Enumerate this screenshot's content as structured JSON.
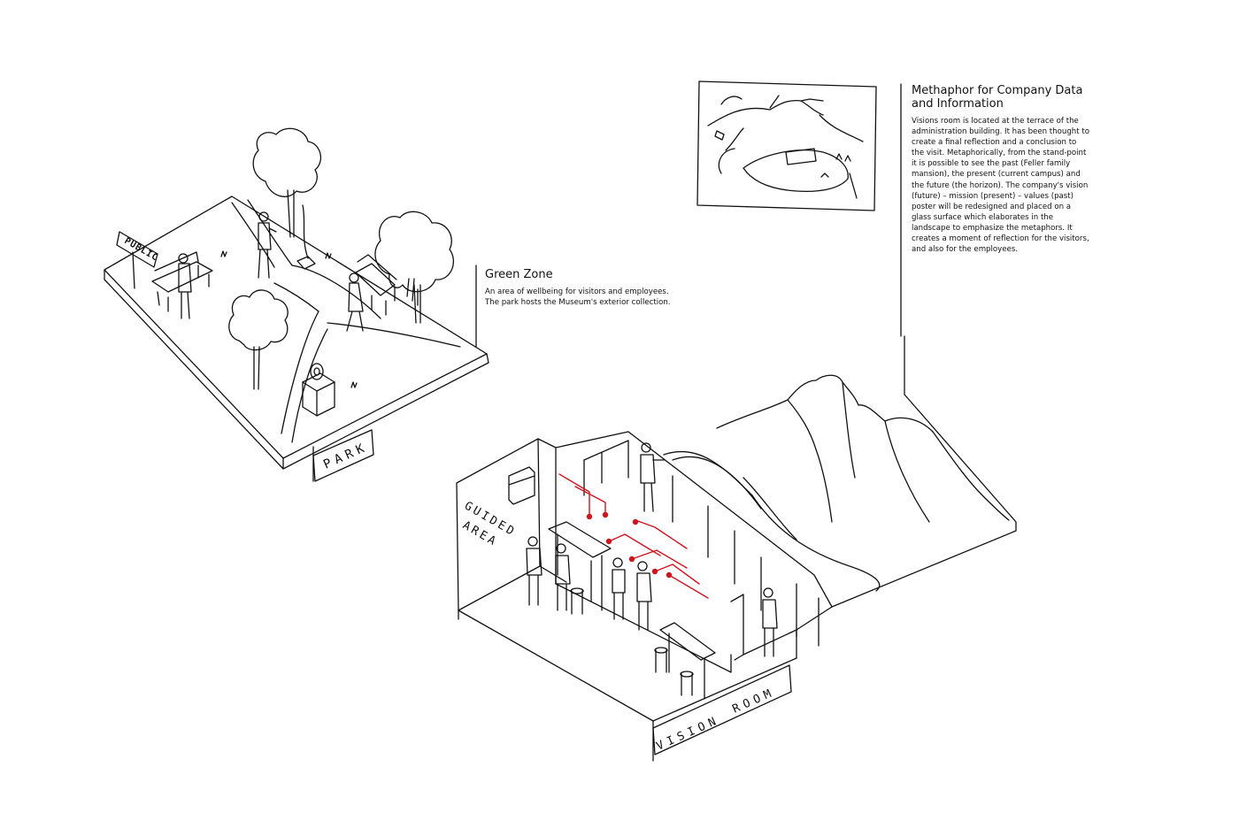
{
  "green_zone": {
    "title": "Green Zone",
    "text": "An area of wellbeing for visitors and employees. The park hosts the Museum's exterior collection."
  },
  "metaphor": {
    "title": "Methaphor for Company Data and Information",
    "text": "Visions room is located at the terrace of the administration building. It has been thought to create a final reflection and a conclusion to the visit. Metaphorically, from the stand-point it is possible to see the past (Feller family mansion), the present (current campus) and the future (the horizon). The company's vision (future) – mission (present) – values (past) poster will be redesigned and placed on a glass surface which elaborates in the landscape to emphasize the metaphors. It creates a moment of reflection for the visitors, and also for the employees."
  },
  "sketch_labels": {
    "park": "PARK",
    "public": "PUBLIC",
    "guided": "GUIDED",
    "area": "AREA",
    "vision": "VISION",
    "room": "ROOM"
  },
  "colors": {
    "ink": "#111111",
    "accent": "#d0141e"
  }
}
